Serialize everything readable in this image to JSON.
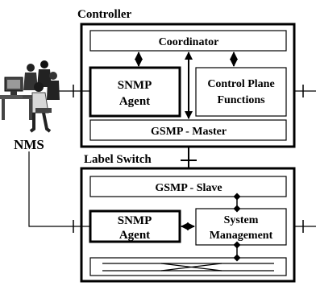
{
  "controller": {
    "title": "Controller",
    "coordinator": "Coordinator",
    "snmp_agent": {
      "line1": "SNMP",
      "line2": "Agent"
    },
    "control_plane": {
      "line1": "Control Plane",
      "line2": "Functions"
    },
    "gsmp_master": "GSMP - Master"
  },
  "label_switch": {
    "title": "Label Switch",
    "gsmp_slave": "GSMP - Slave",
    "snmp_agent": {
      "line1": "SNMP",
      "line2": "Agent"
    },
    "system_management": {
      "line1": "System",
      "line2": "Management"
    }
  },
  "nms": {
    "label": "NMS",
    "icon": "operators-at-workstation-icon"
  },
  "colors": {
    "stroke": "#000000",
    "background": "#ffffff"
  }
}
